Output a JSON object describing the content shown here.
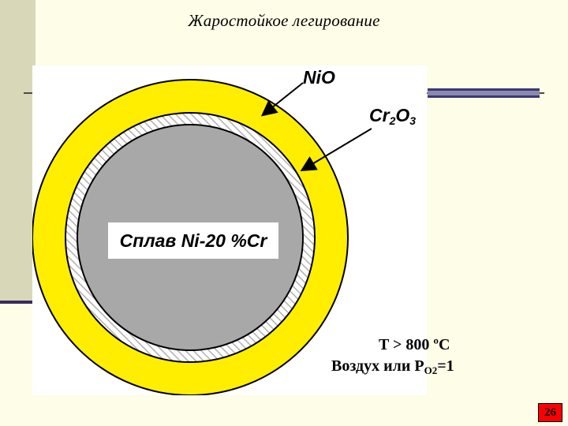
{
  "slide": {
    "title": "Жаростойкое легирование",
    "page_number": "26"
  },
  "figure": {
    "alloy_label": "Сплав Ni-20 %Cr",
    "outer_layer_label": "NiO",
    "inner_layer_label_base": "Cr",
    "inner_layer_label_sub1": "2",
    "inner_layer_label_mid": "O",
    "inner_layer_label_sub2": "3",
    "colors": {
      "outer_layer": "#ffee00",
      "inner_layer_hatch": "#b0b0b0",
      "alloy_core": "#a8a8a8",
      "background": "#fdfde8",
      "page_badge": "#ff0000"
    }
  },
  "conditions": {
    "line1": "T > 800 ºC",
    "line2_text": "Воздух или P",
    "line2_sub": "O2",
    "line2_tail": "=1"
  }
}
